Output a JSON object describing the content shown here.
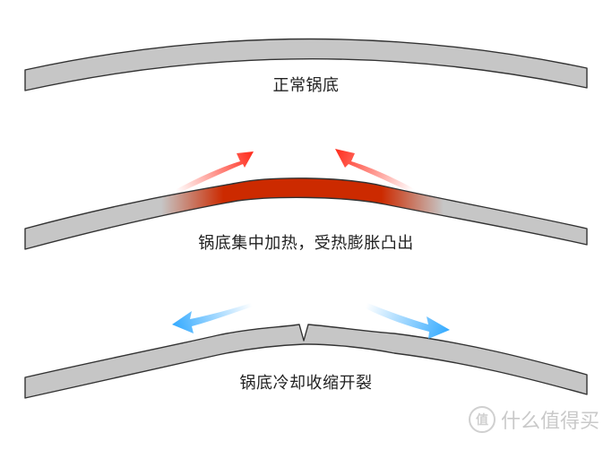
{
  "captions": {
    "normal": "正常锅底",
    "heated": "锅底集中加热，受热膨胀凸出",
    "cooled": "锅底冷却收缩开裂"
  },
  "watermark": {
    "mark": "值",
    "text": "什么值得买"
  },
  "colors": {
    "band_fill": "#c6c6c6",
    "band_stroke": "#333333",
    "heat_center": "#cc2a00",
    "heat_arrow": "#ff2a1a",
    "cool_arrow": "#2fa8ff"
  }
}
